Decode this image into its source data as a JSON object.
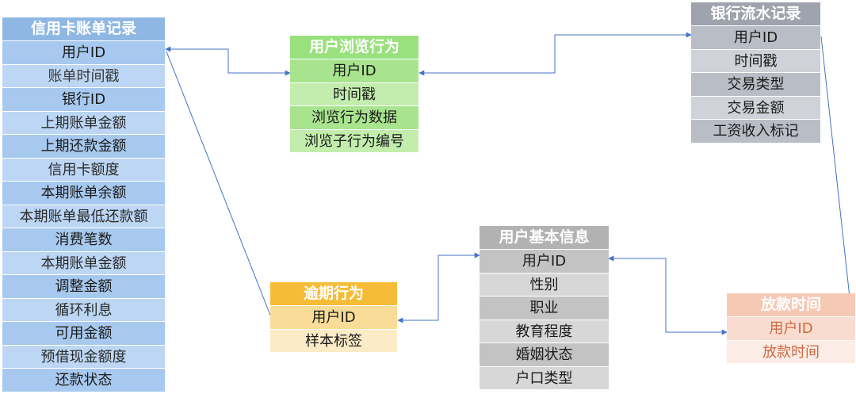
{
  "tables": {
    "credit": {
      "title": "信用卡账单记录",
      "fields": [
        "用户ID",
        "账单时间戳",
        "银行ID",
        "上期账单金额",
        "上期还款金额",
        "信用卡额度",
        "本期账单余额",
        "本期账单最低还款额",
        "消费笔数",
        "本期账单金额",
        "调整金额",
        "循环利息",
        "可用金额",
        "预借现金额度",
        "还款状态"
      ]
    },
    "browse": {
      "title": "用户浏览行为",
      "fields": [
        "用户ID",
        "时间戳",
        "浏览行为数据",
        "浏览子行为编号"
      ]
    },
    "bank": {
      "title": "银行流水记录",
      "fields": [
        "用户ID",
        "时间戳",
        "交易类型",
        "交易金额",
        "工资收入标记"
      ]
    },
    "basic": {
      "title": "用户基本信息",
      "fields": [
        "用户ID",
        "性别",
        "职业",
        "教育程度",
        "婚姻状态",
        "户口类型"
      ]
    },
    "overdue": {
      "title": "逾期行为",
      "fields": [
        "用户ID",
        "样本标签"
      ]
    },
    "loan": {
      "title": "放款时间",
      "fields": [
        "用户ID",
        "放款时间"
      ]
    }
  },
  "colors": {
    "connector": "#4472c4"
  }
}
